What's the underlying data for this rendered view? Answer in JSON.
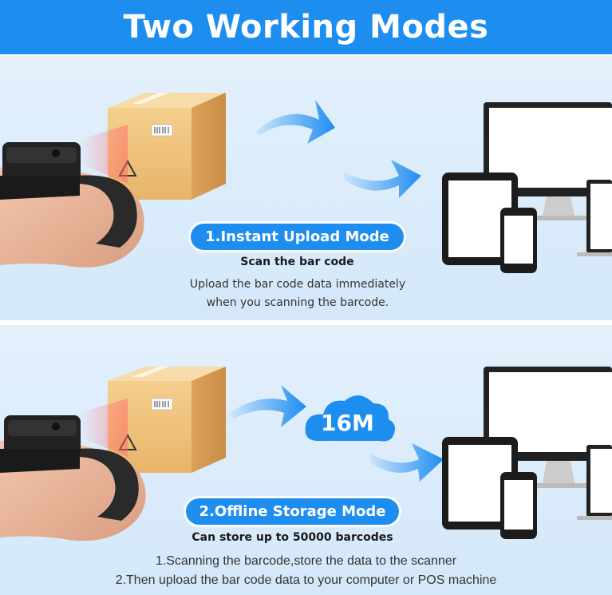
{
  "header": {
    "title": "Two Working Modes"
  },
  "colors": {
    "accent": "#1e8df0",
    "panel_bg": "#dcecfb",
    "box": "#f1c27d"
  },
  "mode1": {
    "label": "1.Instant Upload Mode",
    "subtitle": "Scan the bar code",
    "description_line1": "Upload the bar code data immediately",
    "description_line2": "when you scanning the barcode."
  },
  "mode2": {
    "label": "2.Offline Storage Mode",
    "subtitle": "Can store up to 50000 barcodes",
    "cloud_text": "16M",
    "step1": "1.Scanning the barcode,store the data to the scanner",
    "step2": "2.Then upload the bar code data to your computer or POS machine"
  },
  "icons": [
    "ring-scanner-icon",
    "cardboard-box-icon",
    "arrow-icon",
    "cloud-icon",
    "monitor-icon",
    "tablet-icon",
    "smartphone-icon",
    "laptop-icon"
  ]
}
